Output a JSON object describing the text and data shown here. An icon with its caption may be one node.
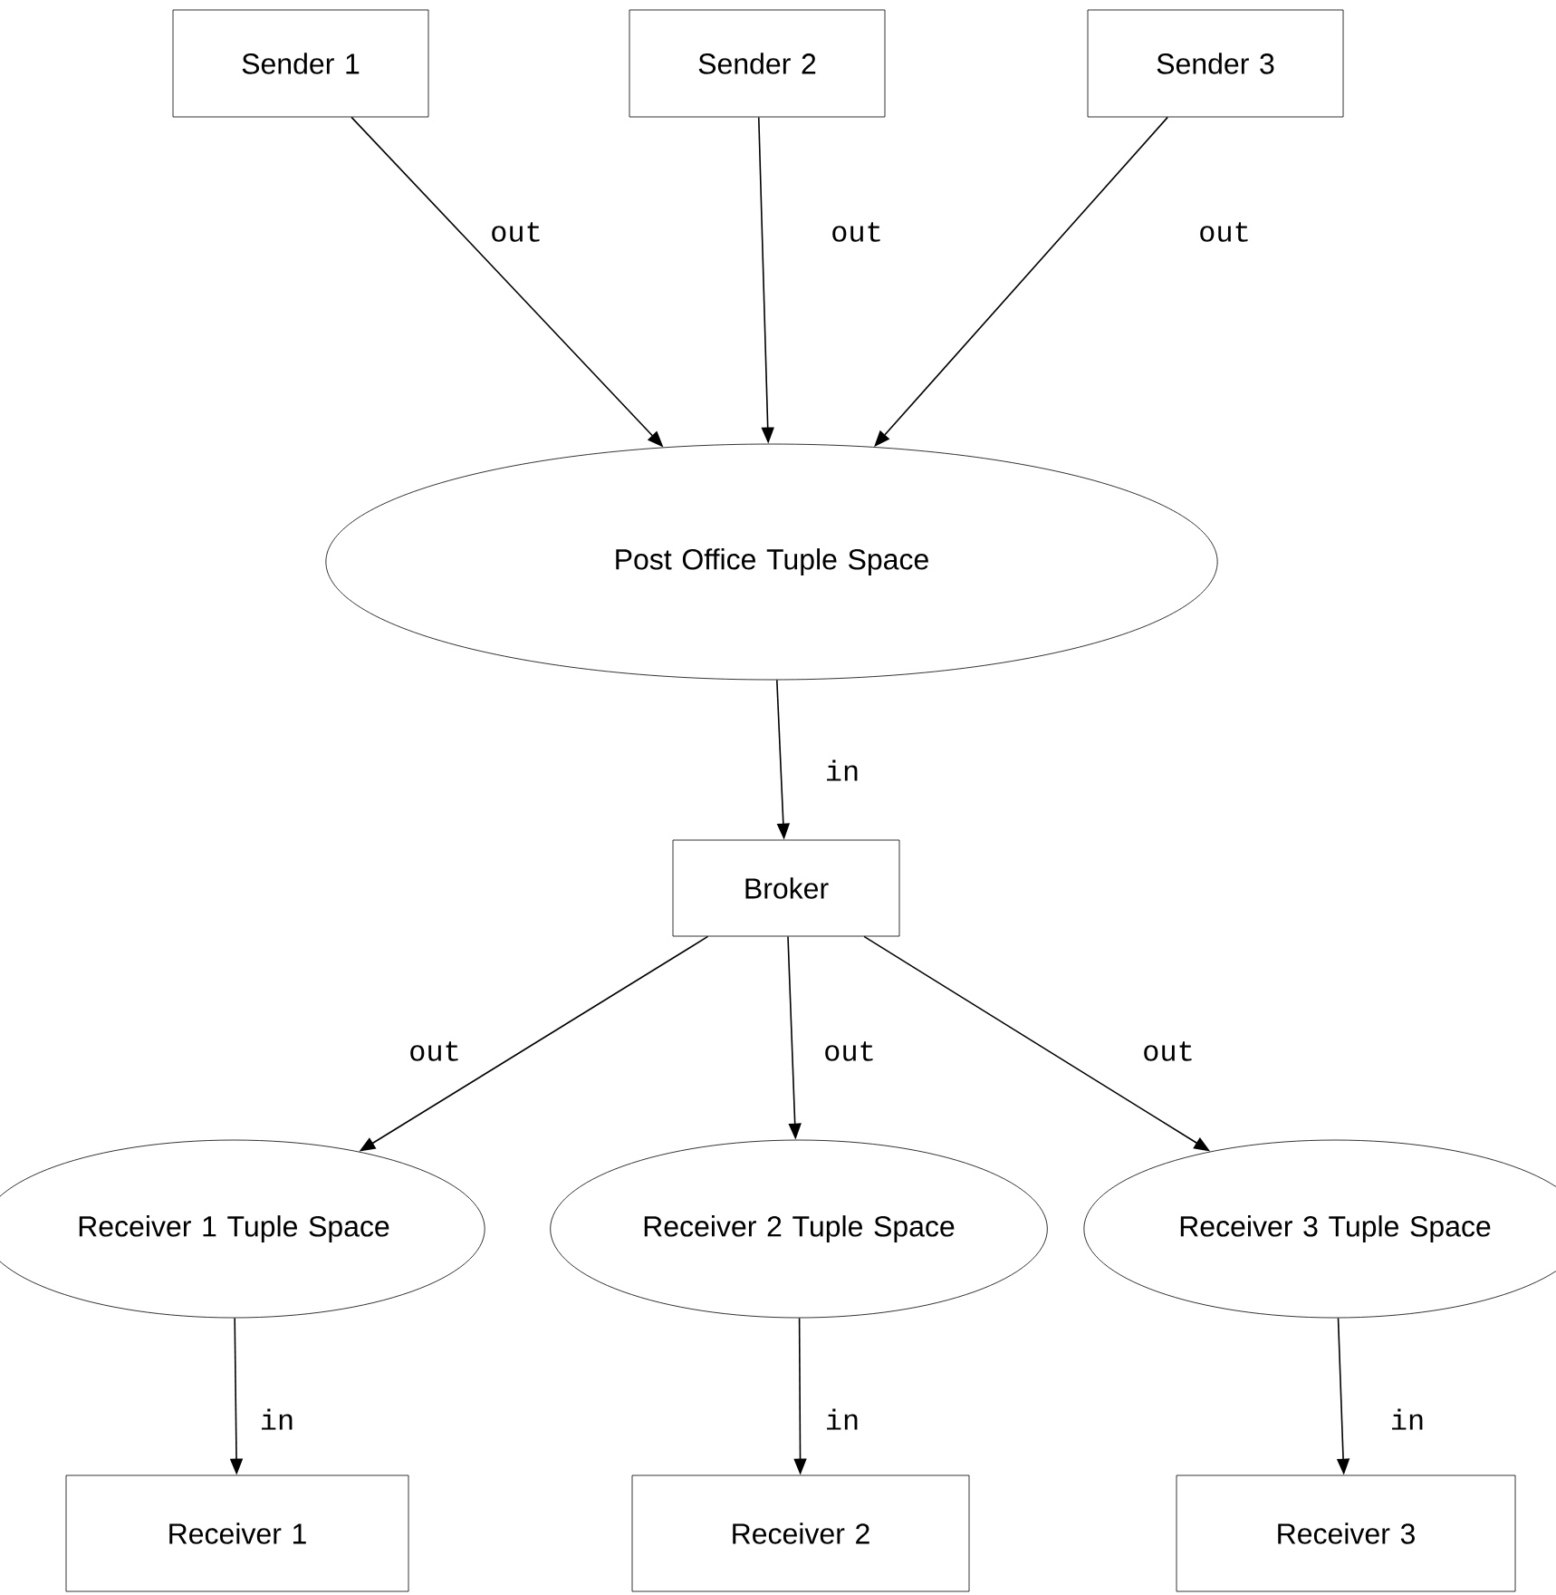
{
  "diagram": {
    "nodes": [
      {
        "text": [
          "Sender 1"
        ]
      },
      {
        "text": [
          "Sender 2"
        ]
      },
      {
        "text": [
          "Sender 3"
        ]
      },
      {
        "text": [
          "Post Office Tuple Space"
        ]
      },
      {
        "text": [
          "Broker"
        ]
      },
      {
        "text": [
          "Receiver 1 Tuple Space"
        ]
      },
      {
        "text": [
          "Receiver 2 Tuple Space"
        ]
      },
      {
        "text": [
          "Receiver 3 Tuple Space"
        ]
      },
      {
        "text": [
          "Receiver 1"
        ]
      },
      {
        "text": [
          "Receiver 2"
        ]
      },
      {
        "text": [
          "Receiver 3"
        ]
      }
    ],
    "edges": [
      {
        "from": 0,
        "to": 3,
        "arrow": "to",
        "label": "out"
      },
      {
        "from": 1,
        "to": 3,
        "arrow": "to",
        "label": "out"
      },
      {
        "from": 2,
        "to": 3,
        "arrow": "to",
        "label": "out"
      },
      {
        "from": 3,
        "to": 4,
        "arrow": "to",
        "label": "in"
      },
      {
        "from": 4,
        "to": 5,
        "arrow": "to",
        "label": "out"
      },
      {
        "from": 4,
        "to": 6,
        "arrow": "to",
        "label": "out"
      },
      {
        "from": 4,
        "to": 7,
        "arrow": "to",
        "label": "out"
      },
      {
        "from": 5,
        "to": 8,
        "arrow": "to",
        "label": "in"
      },
      {
        "from": 6,
        "to": 9,
        "arrow": "to",
        "label": "in"
      },
      {
        "from": 7,
        "to": 10,
        "arrow": "to",
        "label": "in"
      }
    ]
  }
}
